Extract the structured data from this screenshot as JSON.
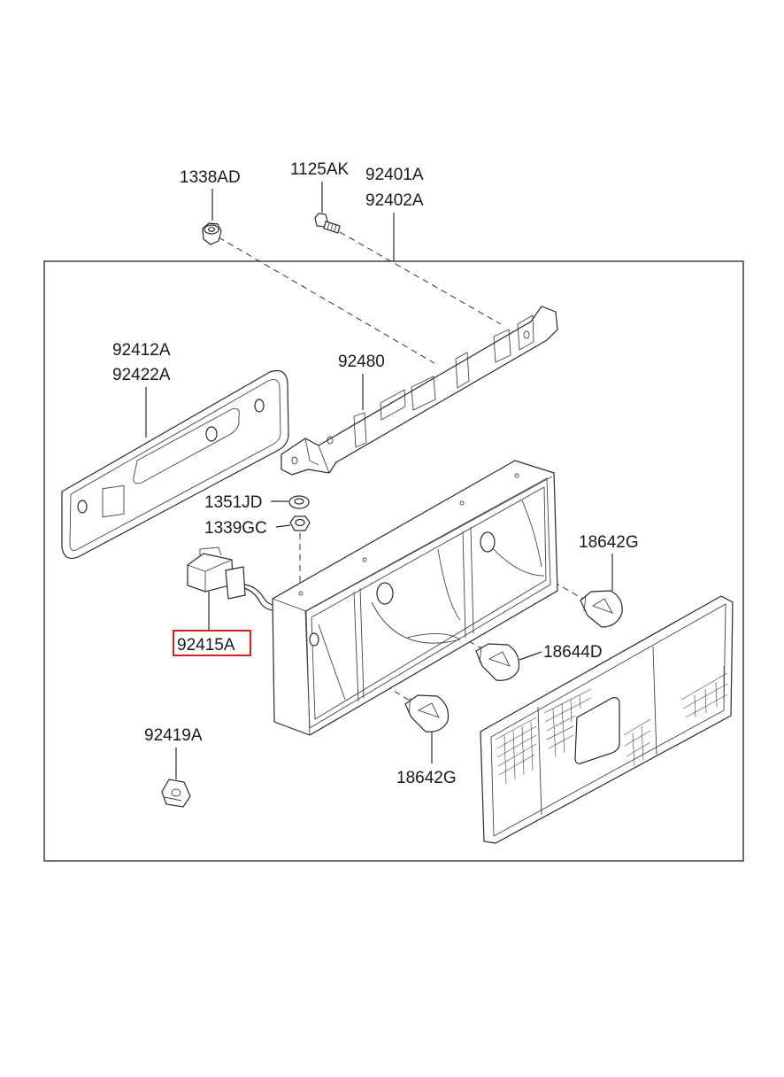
{
  "diagram": {
    "highlight_color": "#d62020",
    "line_color": "#2a2a2a",
    "callouts": {
      "c1338AD": "1338AD",
      "c1125AK": "1125AK",
      "c92401A": "92401A",
      "c92402A": "92402A",
      "c92412A": "92412A",
      "c92422A": "92422A",
      "c92480": "92480",
      "c1351JD": "1351JD",
      "c1339GC": "1339GC",
      "c18642G_top": "18642G",
      "c92415A": "92415A",
      "c18644D": "18644D",
      "c92419A": "92419A",
      "c18642G_bottom": "18642G"
    },
    "selected_part": "92415A"
  }
}
